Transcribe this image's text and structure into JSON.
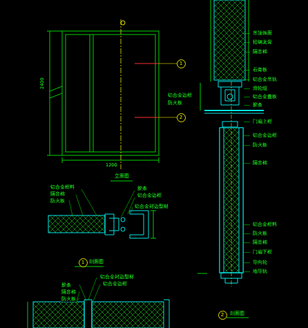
{
  "diagram": {
    "nodes": [
      {
        "text": [
          "1"
        ]
      },
      {
        "text": [
          "2"
        ]
      },
      {
        "text": [
          "1"
        ]
      },
      {
        "text": [
          "2"
        ]
      }
    ],
    "labels": [
      "2400",
      "1200",
      "立面图",
      "吊顶饰面",
      "轻钢龙骨",
      "隔音棉",
      "石膏板",
      "铝合金吊轨",
      "滑轮组",
      "铝合金盖板",
      "胶条",
      "门扇上框",
      "铝合金边框",
      "防火板",
      "隔音棉",
      "铝合金框料",
      "防火板",
      "隔音棉",
      "门扇下框",
      "导向轮",
      "地导轨",
      "剖面图",
      "铝合金框料",
      "隔音棉",
      "防火板",
      "胶条",
      "铝合金边框",
      "铝合金封边型材",
      "剖面图",
      "铝合金封边型材",
      "铝合金边框",
      "胶条",
      "隔音棉",
      "防火板",
      "铝合金边框",
      "防火板"
    ]
  }
}
